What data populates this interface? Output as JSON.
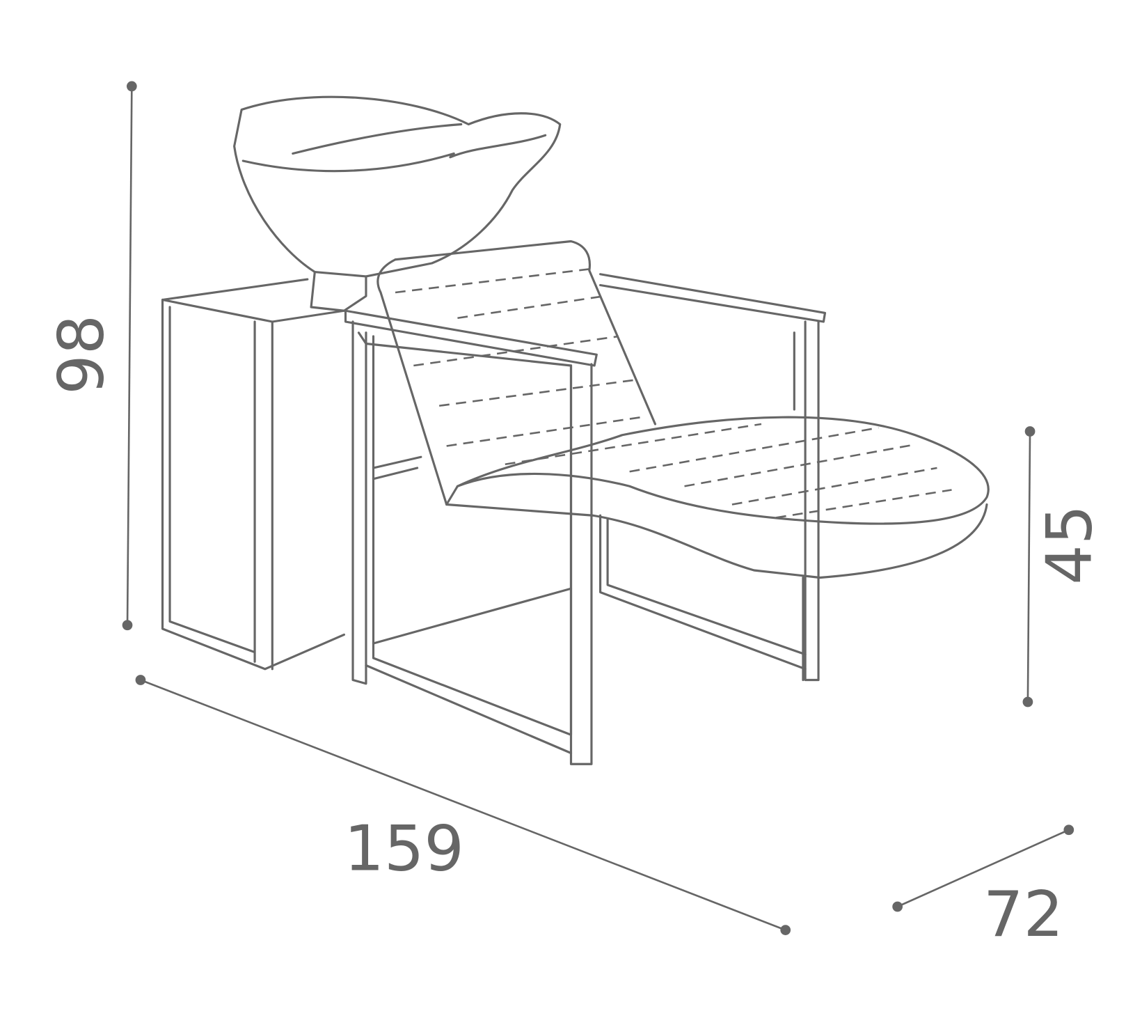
{
  "dimensions": {
    "height_total": "98",
    "seat_height": "45",
    "length": "159",
    "depth": "72"
  },
  "colors": {
    "line": "#666666",
    "background": "#ffffff"
  }
}
